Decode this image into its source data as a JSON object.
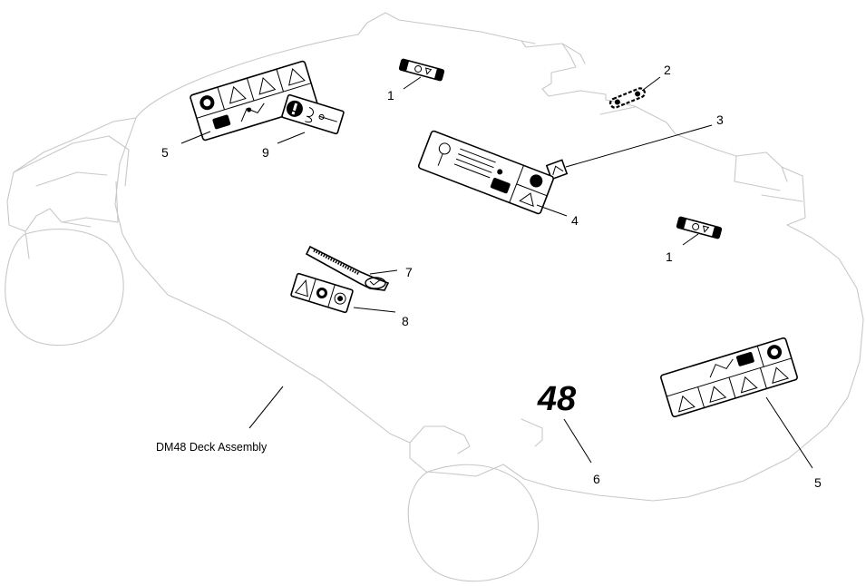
{
  "diagram": {
    "assembly_label": "DM48 Deck Assembly",
    "deck_marking": "48",
    "callouts": [
      {
        "id": "c1a",
        "label": "1"
      },
      {
        "id": "c1b",
        "label": "1"
      },
      {
        "id": "c2",
        "label": "2"
      },
      {
        "id": "c3",
        "label": "3"
      },
      {
        "id": "c4",
        "label": "4"
      },
      {
        "id": "c5a",
        "label": "5"
      },
      {
        "id": "c5b",
        "label": "5"
      },
      {
        "id": "c6",
        "label": "6"
      },
      {
        "id": "c7",
        "label": "7"
      },
      {
        "id": "c8",
        "label": "8"
      },
      {
        "id": "c9",
        "label": "9"
      }
    ],
    "colors": {
      "outline": "#c8c8c8",
      "ink": "#000000",
      "background": "#ffffff"
    }
  }
}
